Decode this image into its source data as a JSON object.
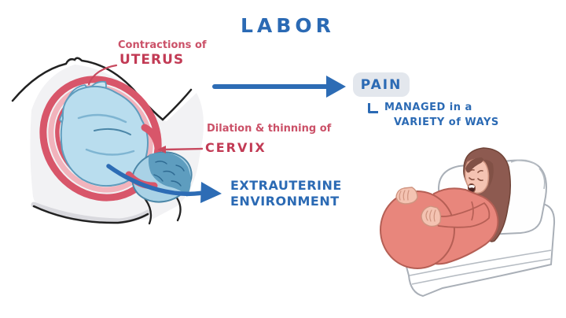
{
  "title": "LABOR",
  "labels": {
    "uterus": {
      "prefix": "Contractions of",
      "term": "UTERUS"
    },
    "cervix": {
      "prefix": "Dilation & thinning of",
      "term": "CERVIX"
    },
    "extrauterine": {
      "line1": "EXTRAUTERINE",
      "line2": "ENVIRONMENT"
    }
  },
  "pain": {
    "label": "PAIN",
    "note_line1": "MANAGED in a",
    "note_line2": "VARIETY of WAYS"
  },
  "icons": {
    "arrow_right": "→",
    "curved_birth_arrow": "⤳",
    "elbow_bracket": "└"
  },
  "colors": {
    "heading_blue": "#2b6ab4",
    "label_crimson": "#c8465e",
    "uterus_wall_red": "#d8566a",
    "uterus_wall_pink": "#f2b3bc",
    "baby_blue": "#b9ddee",
    "baby_hair_blue": "#5e9dbf",
    "pain_highlight": "#e3e7ed",
    "shirt_coral": "#e8867c",
    "skin_tone": "#f4c3b2",
    "hair_brown": "#8d5a50",
    "body_silhouette_gray": "#f2f2f4"
  }
}
